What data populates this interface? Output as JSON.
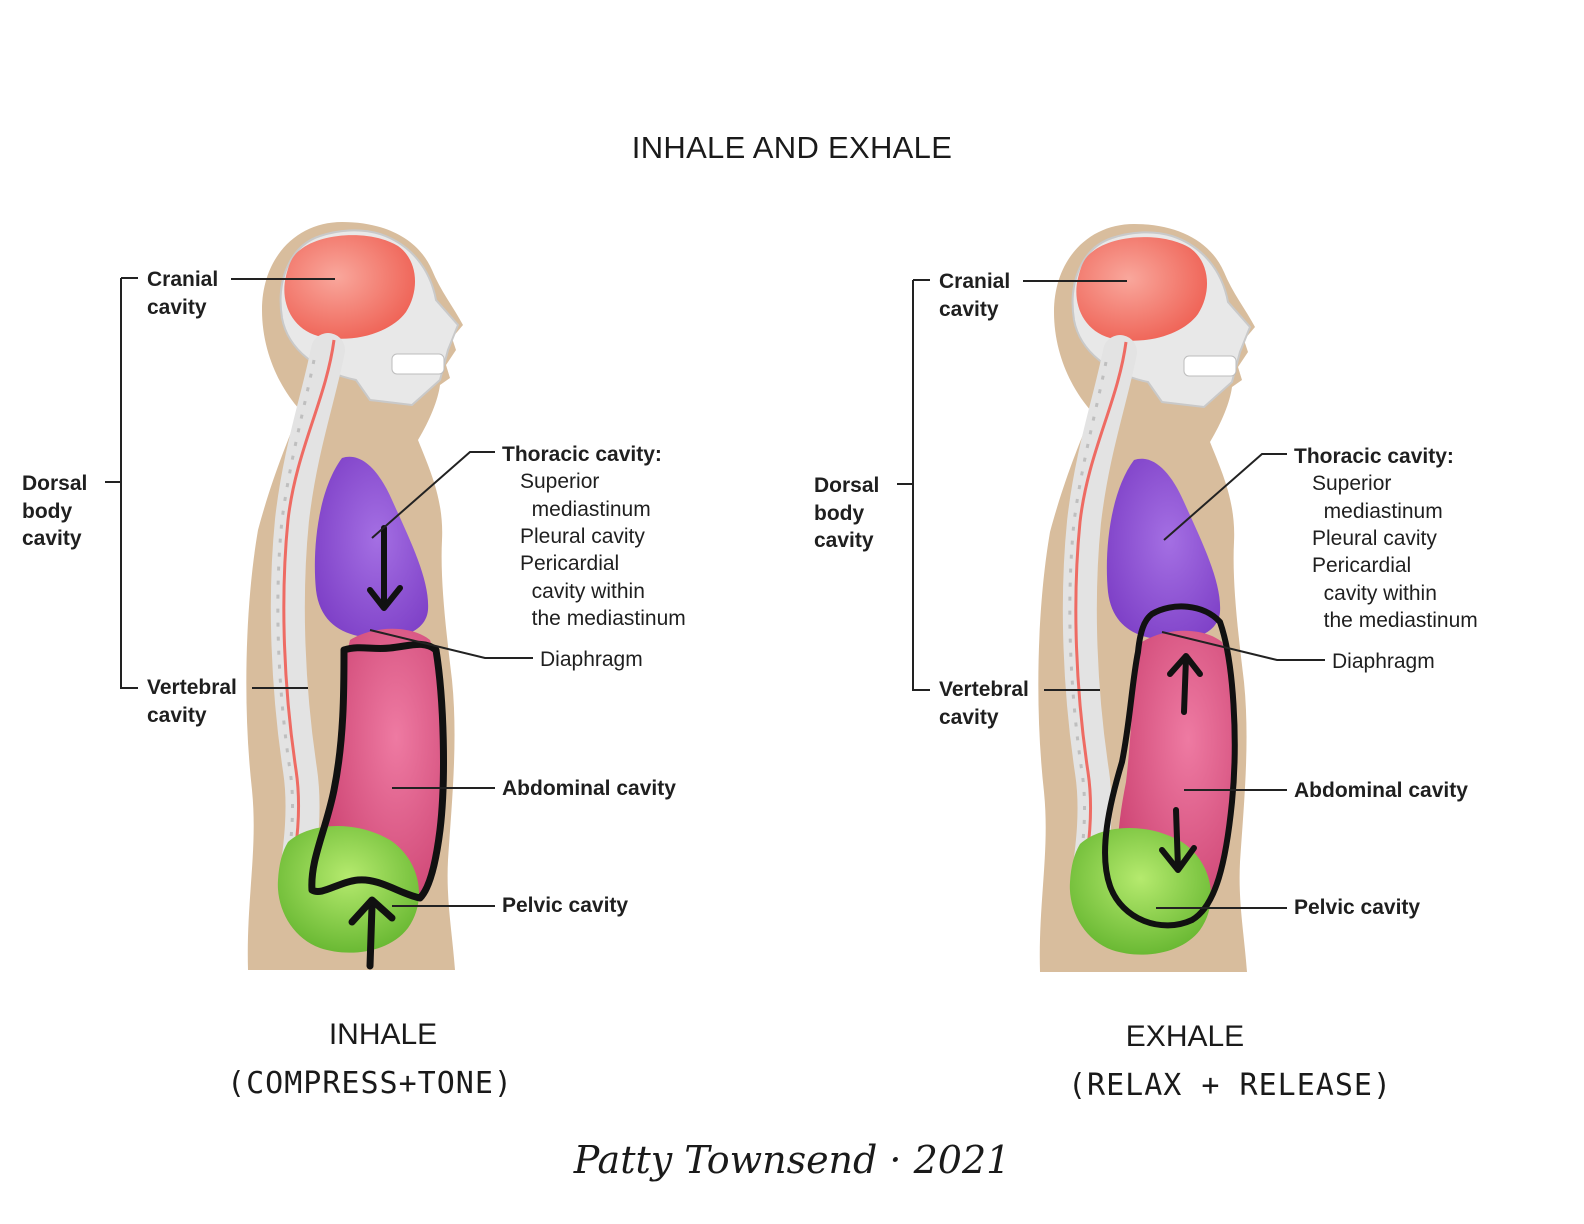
{
  "title": "INHALE AND EXHALE",
  "colors": {
    "skin": "#d8bd9d",
    "cranial": "#f06a5c",
    "thoracic": "#8a48cf",
    "abdominal": "#d84a7a",
    "pelvic": "#7ac83a",
    "spine": "#e6e6e6",
    "ink": "#111111"
  },
  "labels": {
    "cranial_1": "Cranial",
    "cranial_2": "cavity",
    "dorsal_1": "Dorsal",
    "dorsal_2": "body",
    "dorsal_3": "cavity",
    "vertebral_1": "Vertebral",
    "vertebral_2": "cavity",
    "thoracic": "Thoracic cavity:",
    "superior_1": "Superior",
    "superior_2": "mediastinum",
    "pleural": "Pleural cavity",
    "pericardial_1": "Pericardial",
    "pericardial_2": "cavity within",
    "pericardial_3": "the mediastinum",
    "diaphragm": "Diaphragm",
    "abdominal": "Abdominal cavity",
    "pelvic": "Pelvic cavity"
  },
  "panels": {
    "inhale": {
      "caption": "INHALE",
      "note": "(COMPRESS+TONE)"
    },
    "exhale": {
      "caption": "EXHALE",
      "note": "(RELAX + RELEASE)"
    }
  },
  "signature": "Patty Townsend · 2021"
}
